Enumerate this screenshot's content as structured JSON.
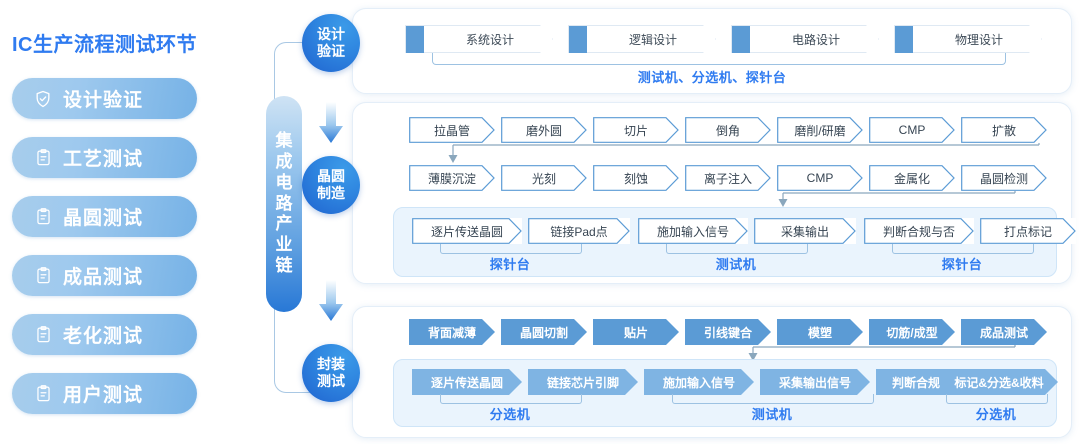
{
  "sidebar": {
    "title": "IC生产流程测试环节",
    "items": [
      {
        "label": "设计验证",
        "icon": "shield-check-icon"
      },
      {
        "label": "工艺测试",
        "icon": "clipboard-icon"
      },
      {
        "label": "晶圆测试",
        "icon": "clipboard-icon"
      },
      {
        "label": "成品测试",
        "icon": "clipboard-icon"
      },
      {
        "label": "老化测试",
        "icon": "clipboard-icon"
      },
      {
        "label": "用户测试",
        "icon": "clipboard-icon"
      }
    ]
  },
  "chain": {
    "label": "集成电路产业链",
    "chars": [
      "集",
      "成",
      "电",
      "路",
      "产",
      "业",
      "链"
    ],
    "phases": [
      {
        "line1": "设计",
        "line2": "验证"
      },
      {
        "line1": "晶圆",
        "line2": "制造"
      },
      {
        "line1": "封装",
        "line2": "测试"
      }
    ]
  },
  "design_section": {
    "steps": [
      "系统设计",
      "逻辑设计",
      "电路设计",
      "物理设计"
    ],
    "equipment": "测试机、分选机、探针台"
  },
  "wafer_section": {
    "row1": [
      "拉晶管",
      "磨外圆",
      "切片",
      "倒角",
      "磨削/研磨",
      "CMP",
      "扩散"
    ],
    "row2": [
      "薄膜沉淀",
      "光刻",
      "刻蚀",
      "离子注入",
      "CMP",
      "金属化",
      "晶圆检测"
    ],
    "test_steps": [
      "逐片传送晶圆",
      "链接Pad点",
      "施加输入信号",
      "采集输出",
      "判断合规与否",
      "打点标记"
    ],
    "equipment": [
      "探针台",
      "测试机",
      "探针台"
    ]
  },
  "package_section": {
    "row1": [
      "背面减薄",
      "晶圆切割",
      "贴片",
      "引线键合",
      "模塑",
      "切筋/成型",
      "成品测试"
    ],
    "test_steps": [
      "逐片传送晶圆",
      "链接芯片引脚",
      "施加输入信号",
      "采集输出信号",
      "判断合规与否",
      "标记&分选&收料"
    ],
    "equipment": [
      "分选机",
      "测试机",
      "分选机"
    ]
  },
  "colors": {
    "title_blue": "#2f7bf0",
    "chevron_blue": "#5b9bd5",
    "chevron_light_blue": "#7fb4e3",
    "panel_bg": "#ffffff",
    "subpanel_bg": "#eaf4fd"
  }
}
